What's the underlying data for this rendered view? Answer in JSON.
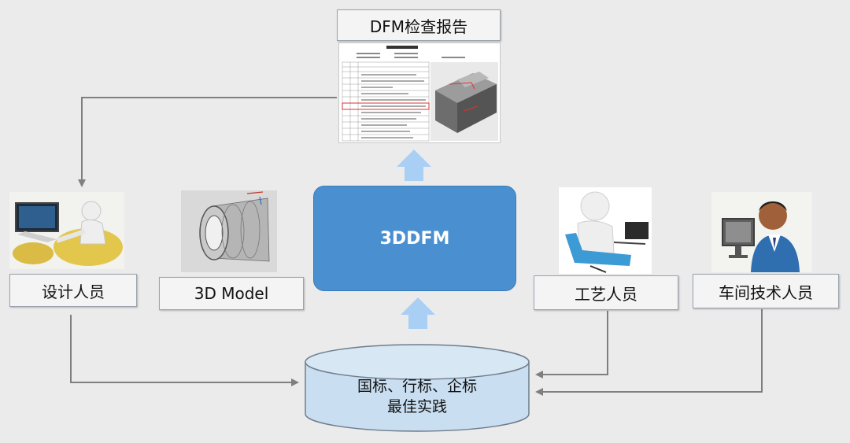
{
  "report": {
    "title": "DFM检查报告"
  },
  "core": {
    "label": "3DDFM"
  },
  "roles": [
    {
      "key": "designer",
      "label": "设计人员"
    },
    {
      "key": "model",
      "label": "3D Model"
    },
    {
      "key": "process",
      "label": "工艺人员"
    },
    {
      "key": "workshop",
      "label": "车间技术人员"
    }
  ],
  "database": {
    "line1": "国标、行标、企标",
    "line2": "最佳实践"
  },
  "colors": {
    "core": "#4a90d1",
    "up_arrow": "#a9cff5",
    "connector": "#7f7f7f",
    "database": "#c9def0"
  }
}
